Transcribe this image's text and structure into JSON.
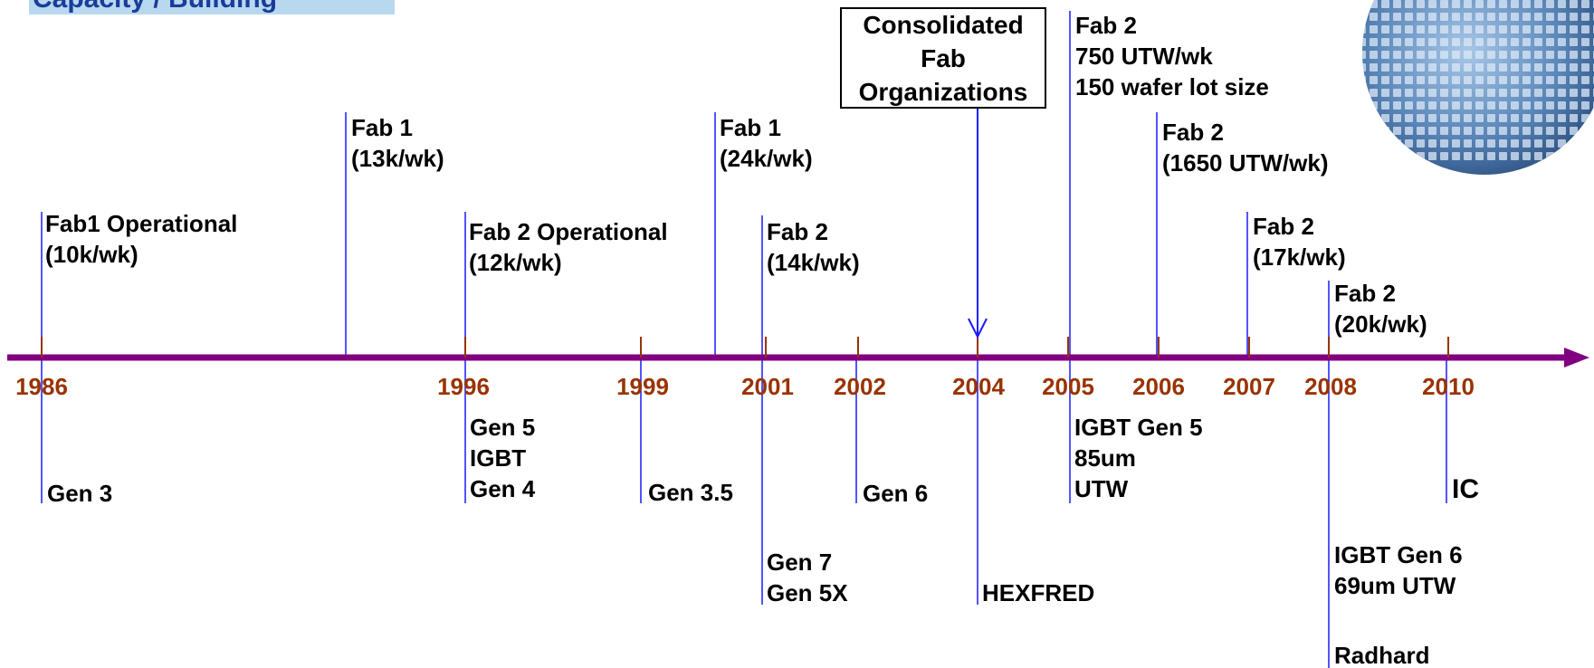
{
  "title": "Capacity / Building",
  "consolidated_box": [
    "Consolidated",
    "Fab",
    "Organizations"
  ],
  "years": [
    "1986",
    "1996",
    "1999",
    "2001",
    "2002",
    "2004",
    "2005",
    "2006",
    "2007",
    "2008",
    "2010"
  ],
  "above_events": [
    {
      "lines": [
        "Fab1 Operational",
        "(10k/wk)"
      ]
    },
    {
      "lines": [
        "Fab 1",
        "(13k/wk)"
      ]
    },
    {
      "lines": [
        "Fab 2 Operational",
        "(12k/wk)"
      ]
    },
    {
      "lines": [
        "Fab 1",
        "(24k/wk)"
      ]
    },
    {
      "lines": [
        "Fab 2",
        "(14k/wk)"
      ]
    },
    {
      "lines": [
        "Fab 2",
        "750 UTW/wk",
        "150 wafer lot size"
      ]
    },
    {
      "lines": [
        "Fab 2",
        "(1650 UTW/wk)"
      ]
    },
    {
      "lines": [
        "Fab 2",
        "(17k/wk)"
      ]
    },
    {
      "lines": [
        "Fab 2",
        "(20k/wk)"
      ]
    }
  ],
  "below_events": [
    {
      "lines": [
        "Gen 3"
      ]
    },
    {
      "lines": [
        "Gen 5",
        "IGBT",
        "Gen 4"
      ]
    },
    {
      "lines": [
        "Gen 3.5"
      ]
    },
    {
      "lines": [
        "Gen 6"
      ]
    },
    {
      "lines": [
        "Gen 7",
        "Gen 5X"
      ]
    },
    {
      "lines": [
        "HEXFRED"
      ]
    },
    {
      "lines": [
        "IGBT Gen 5",
        "85um",
        "UTW"
      ]
    },
    {
      "lines": [
        "IC"
      ]
    },
    {
      "lines": [
        "IGBT Gen 6",
        "69um UTW"
      ]
    },
    {
      "lines": [
        "Radhard"
      ]
    }
  ],
  "colors": {
    "axis": "#800080",
    "year": "#993300",
    "tick": "#993300",
    "leader": "#1a1aff",
    "arrow": "#1a1aff",
    "text": "#000000",
    "title_bg": "#b8d8f0",
    "title_text": "#1a3d99"
  }
}
